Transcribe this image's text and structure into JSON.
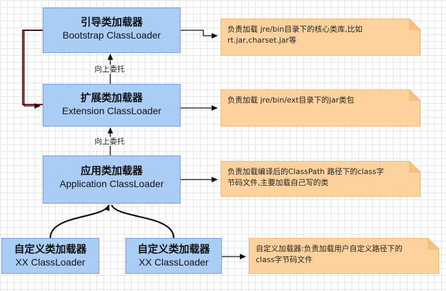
{
  "nodes": {
    "bootstrap": {
      "title": "引导类加载器",
      "subtitle": "Bootstrap ClassLoader"
    },
    "extension": {
      "title": "扩展类加载器",
      "subtitle": "Extension ClassLoader"
    },
    "application": {
      "title": "应用类加载器",
      "subtitle": "Application ClassLoader"
    },
    "custom1": {
      "title": "自定义类加载器",
      "subtitle": "XX ClassLoader"
    },
    "custom2": {
      "title": "自定义类加载器",
      "subtitle": "XX ClassLoader"
    }
  },
  "edge_labels": {
    "ext_to_boot": "向上委托",
    "app_to_ext": "向上委托"
  },
  "notes": {
    "bootstrap": {
      "line1": "负责加载 jre/bin目录下的核心类库,比如",
      "line2": "rt.jar,charset.jar等"
    },
    "extension": {
      "line1": "负责加载 jre/bin/ext目录下的jar类包",
      "line2": ""
    },
    "application": {
      "line1": "负责加载编译后的ClassPath 路径下的class字",
      "line2": "节码文件,主要加载自己写的类"
    },
    "custom": {
      "line1": "自定义加载器:负责加载用户自定义路径下的",
      "line2": "class字节码文件"
    }
  },
  "colors": {
    "node_fill": "#a9cdf5",
    "node_border": "#7a9cd8",
    "note_fill": "#fdd29c",
    "note_border": "#f0b870",
    "highlight_line": "#7a1e1e"
  }
}
